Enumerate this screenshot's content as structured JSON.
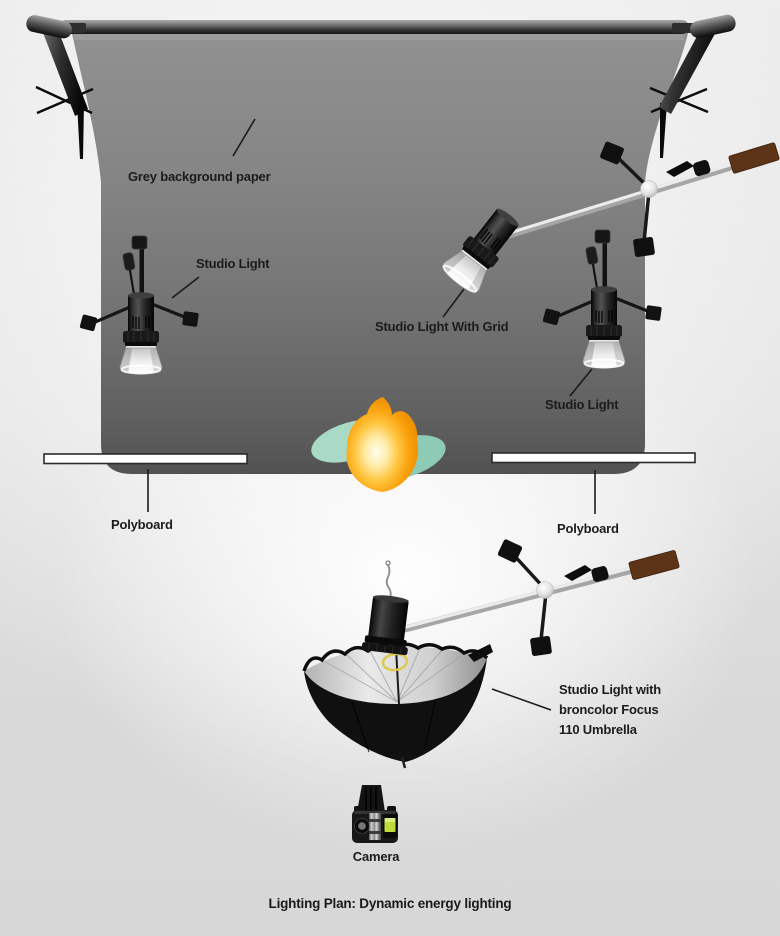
{
  "diagram": {
    "title": "Lighting Plan: Dynamic energy lighting",
    "labels": {
      "background_paper": "Grey background paper",
      "studio_light_left": "Studio Light",
      "studio_light_grid": "Studio Light With Grid",
      "studio_light_right": "Studio Light",
      "polyboard_left": "Polyboard",
      "polyboard_right": "Polyboard",
      "umbrella_light": "Studio Light with\nbroncolor Focus\n110 Umbrella",
      "camera": "Camera"
    },
    "colors": {
      "backdrop_grey_top": "#8f8f8f",
      "backdrop_grey_bottom": "#545454",
      "boom_handle_brown": "#5d3418",
      "subject_orange": "#f79d04",
      "subject_leaf_teal": "#9fd4c0",
      "umbrella_ring_yellow": "#dcc94e",
      "camera_screen_green": "#bcdc3a",
      "polyboard_white": "#ffffff",
      "label_text": "#1c1c1c"
    }
  }
}
